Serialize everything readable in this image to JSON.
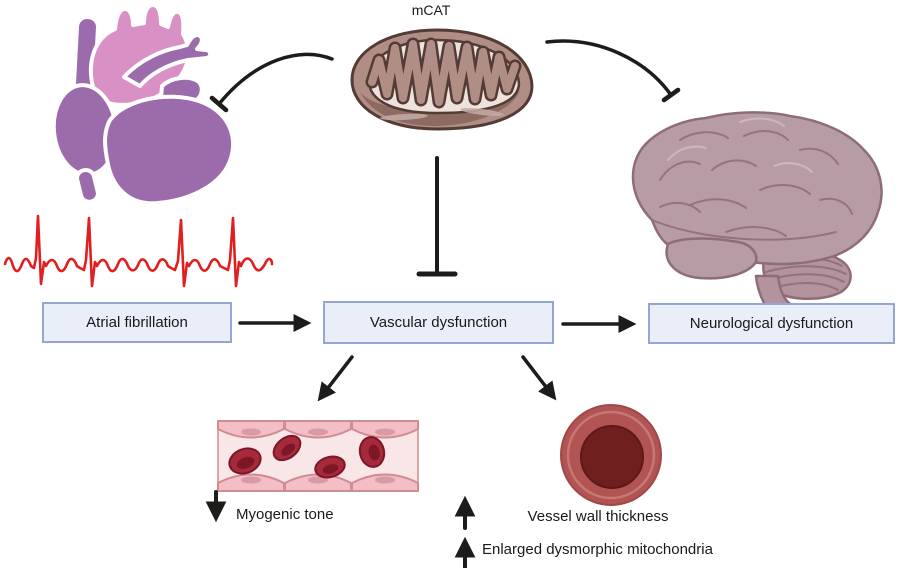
{
  "figure": {
    "mcat_label": "mCAT",
    "nodes": [
      {
        "id": "atrial-fibrillation",
        "label": "Atrial fibrillation"
      },
      {
        "id": "vascular-dysfunction",
        "label": "Vascular dysfunction"
      },
      {
        "id": "neurological-dysfunction",
        "label": "Neurological dysfunction"
      }
    ],
    "outcomes": [
      {
        "direction": "down",
        "label": "Myogenic tone"
      },
      {
        "direction": "up",
        "label": "Vessel wall thickness"
      },
      {
        "direction": "up",
        "label": "Enlarged dysmorphic mitochondria"
      }
    ],
    "edges": [
      {
        "from": "mCAT",
        "to": "heart (atrial fibrillation)",
        "type": "inhibition"
      },
      {
        "from": "mCAT",
        "to": "Vascular dysfunction",
        "type": "inhibition"
      },
      {
        "from": "mCAT",
        "to": "brain (neurological dysfunction)",
        "type": "inhibition"
      },
      {
        "from": "Atrial fibrillation",
        "to": "Vascular dysfunction",
        "type": "arrow"
      },
      {
        "from": "Vascular dysfunction",
        "to": "Neurological dysfunction",
        "type": "arrow"
      },
      {
        "from": "Vascular dysfunction",
        "to": "myogenic tone (decreased)",
        "type": "arrow"
      },
      {
        "from": "Vascular dysfunction",
        "to": "vessel wall thickness (increased)",
        "type": "arrow"
      }
    ],
    "icons": {
      "heart": "heart-icon",
      "ecg": "ecg-trace-icon",
      "mitochondrion": "mitochondrion-icon",
      "brain": "brain-icon",
      "vessel_longitudinal": "vessel-longitudinal-icon",
      "vessel_cross_section": "vessel-cross-section-icon"
    }
  },
  "colors": {
    "background": "#ffffff",
    "text_dark": "#1a1a1a",
    "arrow_black": "#1c1c1a",
    "ecg_red": "#e01f1f",
    "box_fill": "#eaeef9",
    "box_border": "#95a5d4",
    "heart_purple": "#9c6bab",
    "heart_pink": "#d990c5",
    "mito_outer": "#b18e85",
    "mito_matrix": "#eee3dc",
    "mito_outline": "#543b36",
    "mito_shade": "#8d6a62",
    "mito_highlight": "#c3aca4",
    "brain_fill": "#b79ca6",
    "brain_fill2": "#b2939e",
    "brain_line": "#8e6d79",
    "vessel_lumen": "#f9e7e7",
    "vessel_wall": "#f3bfc4",
    "vessel_line": "#d18b94",
    "vessel_nucleus": "#d99aa6",
    "rbc_fill": "#a52a3a",
    "rbc_dark": "#7d1626",
    "ring_fill": "#b25453",
    "ring_stroke": "#a04747",
    "ring_rim": "#c67876",
    "ring_lumen": "#701f1f"
  }
}
